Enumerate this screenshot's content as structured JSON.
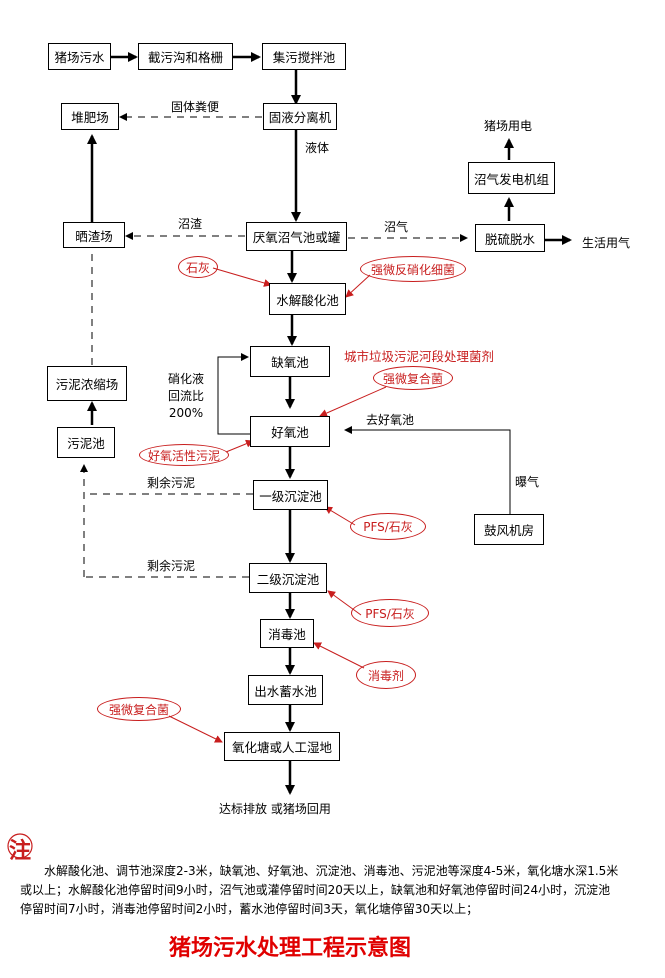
{
  "boxes": {
    "pig_farm_wastewater": "猪场污水",
    "grit_channel_grille": "截污沟和格栅",
    "collection_mixing_tank": "集污搅拌池",
    "compost_yard": "堆肥场",
    "solid_liquid_separator": "固液分离机",
    "residue_drying_yard": "晒渣场",
    "anaerobic_tank": "厌氧沼气池或罐",
    "biogas_generator": "沼气发电机组",
    "desulfurization": "脱硫脱水",
    "hydrolysis_acidification": "水解酸化池",
    "anoxic_tank": "缺氧池",
    "aerobic_tank": "好氧池",
    "sludge_thickening": "污泥浓缩场",
    "sludge_tank": "污泥池",
    "primary_sedimentation": "一级沉淀池",
    "blower_room": "鼓风机房",
    "secondary_sedimentation": "二级沉淀池",
    "disinfection_tank": "消毒池",
    "effluent_storage": "出水蓄水池",
    "oxidation_pond": "氧化塘或人工湿地"
  },
  "labels": {
    "solid_manure": "固体粪便",
    "liquid": "液体",
    "pig_farm_power": "猪场用电",
    "biogas_residue": "沼渣",
    "biogas": "沼气",
    "domestic_gas": "生活用气",
    "nitrate_return": [
      "硝化液",
      "回流比",
      "200%"
    ],
    "to_aerobic": "去好氧池",
    "aeration": "曝气",
    "excess_sludge_1": "剩余污泥",
    "excess_sludge_2": "剩余污泥",
    "discharge": "达标排放 或猪场回用"
  },
  "annotations": {
    "lime": "石灰",
    "denitrifying_bacteria": "强微反硝化细菌",
    "municipal_bacteria": "城市垃圾污泥河段处理菌剂",
    "compound_bacteria_1": "强微复合菌",
    "activated_sludge": "好氧活性污泥",
    "pfs_lime_1": "PFS/石灰",
    "pfs_lime_2": "PFS/石灰",
    "disinfectant": "消毒剂",
    "compound_bacteria_2": "强微复合菌"
  },
  "notes": {
    "marker": "注",
    "text": "水解酸化池、调节池深度2-3米，缺氧池、好氧池、沉淀池、消毒池、污泥池等深度4-5米，氧化塘水深1.5米或以上；水解酸化池停留时间9小时，沼气池或灌停留时间20天以上，缺氧池和好氧池停留时间24小时，沉淀池停留时间7小时，消毒池停留时间2小时，蓄水池停留时间3天，氧化塘停留30天以上；"
  },
  "title": "猪场污水处理工程示意图",
  "colors": {
    "annotation": "#c81e1e",
    "title": "#e00000",
    "line": "#000000"
  }
}
